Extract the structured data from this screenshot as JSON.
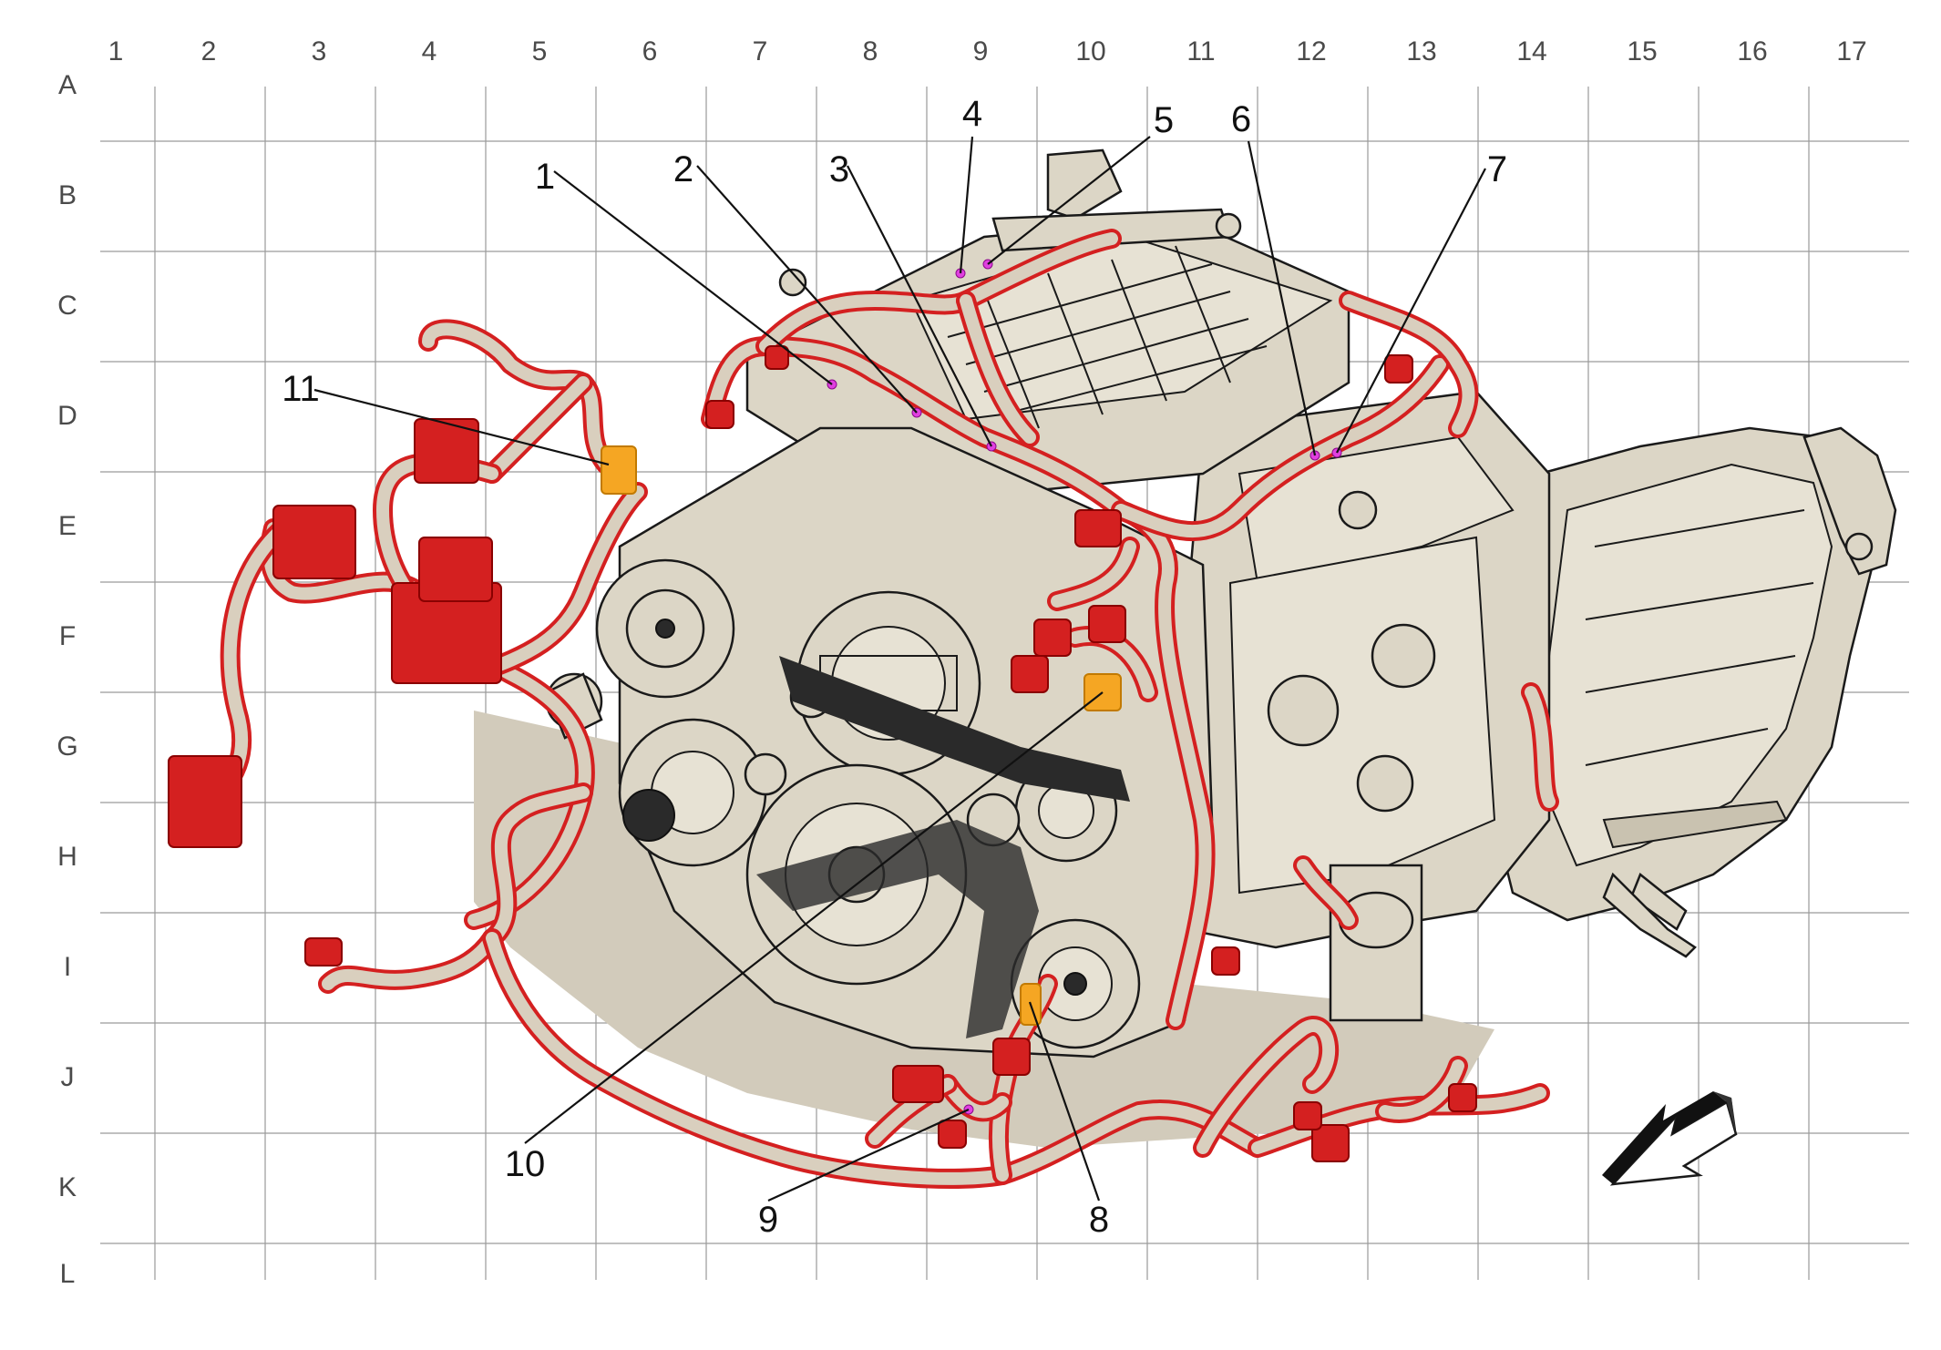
{
  "colors": {
    "harness": "#d42020",
    "harness_fill": "#d9cfbe",
    "engine_fill": "#dcd6c6",
    "shadow": "#d2cbbb",
    "connector": "#d42020",
    "highlight_connector": "#f5a623",
    "splice_marker": "#e040e0",
    "grid": "#9a9a9a",
    "label_text": "#4a4a4a",
    "callout_text": "#111111"
  },
  "grid": {
    "columns": [
      "1",
      "2",
      "3",
      "4",
      "5",
      "6",
      "7",
      "8",
      "9",
      "10",
      "11",
      "12",
      "13",
      "14",
      "15",
      "16",
      "17"
    ],
    "rows": [
      "A",
      "B",
      "C",
      "D",
      "E",
      "F",
      "G",
      "H",
      "I",
      "J",
      "K",
      "L"
    ]
  },
  "callouts": [
    {
      "number": "1"
    },
    {
      "number": "2"
    },
    {
      "number": "3"
    },
    {
      "number": "4"
    },
    {
      "number": "5"
    },
    {
      "number": "6"
    },
    {
      "number": "7"
    },
    {
      "number": "8"
    },
    {
      "number": "9"
    },
    {
      "number": "10"
    },
    {
      "number": "11"
    }
  ],
  "icons": {
    "direction_arrow": "front-direction-arrow-icon",
    "engine": "engine-assembly-illustration",
    "harness": "wiring-harness-illustration"
  }
}
